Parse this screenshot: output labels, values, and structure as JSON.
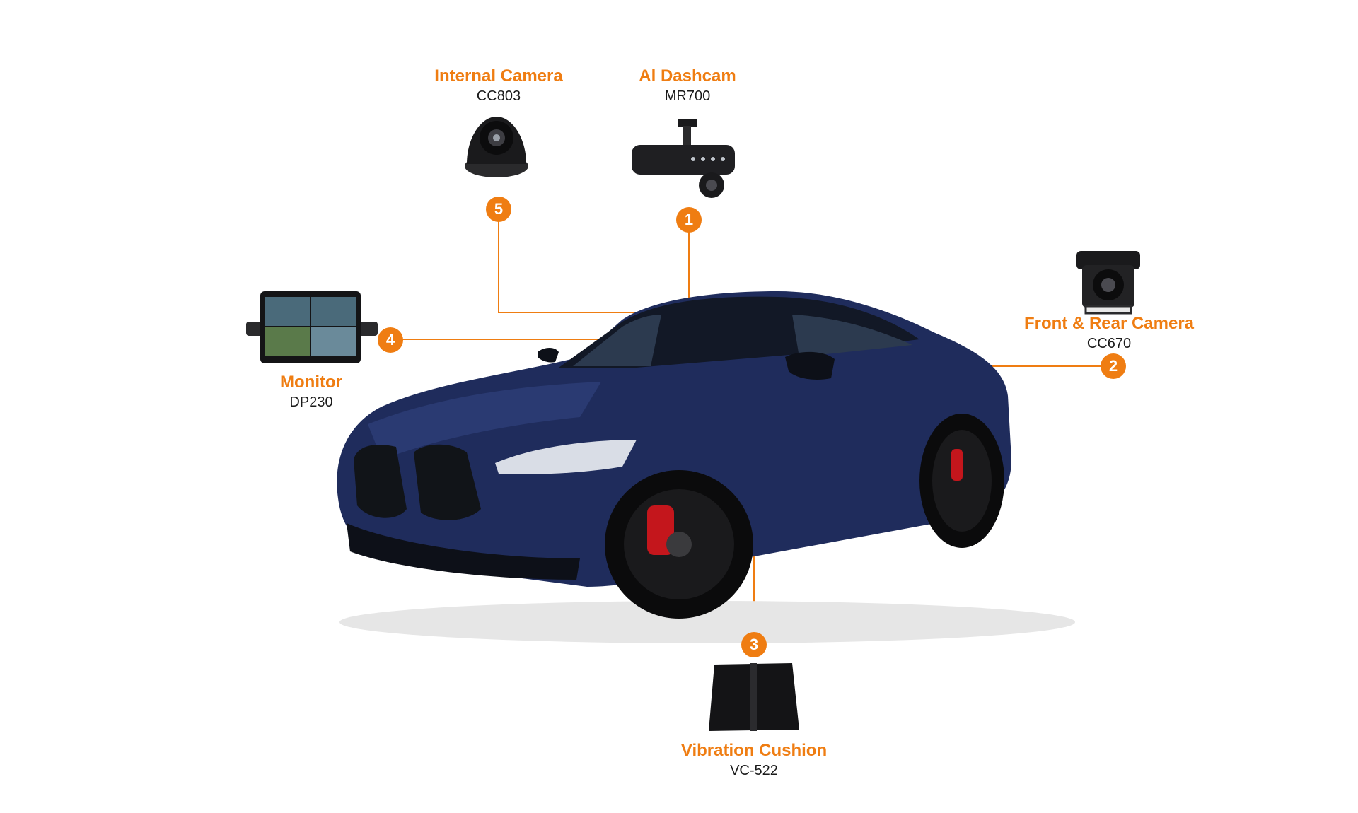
{
  "devices": [
    {
      "num": "1",
      "name": "Al Dashcam",
      "model": "MR700",
      "icon": "dashcam-icon"
    },
    {
      "num": "2",
      "name": "Front & Rear Camera",
      "model": "CC670",
      "icon": "rear-camera-icon"
    },
    {
      "num": "3",
      "name": "Vibration Cushion",
      "model": "VC-522",
      "icon": "cushion-icon"
    },
    {
      "num": "4",
      "name": "Monitor",
      "model": "DP230",
      "icon": "monitor-icon"
    },
    {
      "num": "5",
      "name": "Internal Camera",
      "model": "CC803",
      "icon": "dome-camera-icon"
    }
  ],
  "colors": {
    "accent": "#ef7d12",
    "car_body": "#1f2c5c",
    "text": "#1a1a1a"
  }
}
